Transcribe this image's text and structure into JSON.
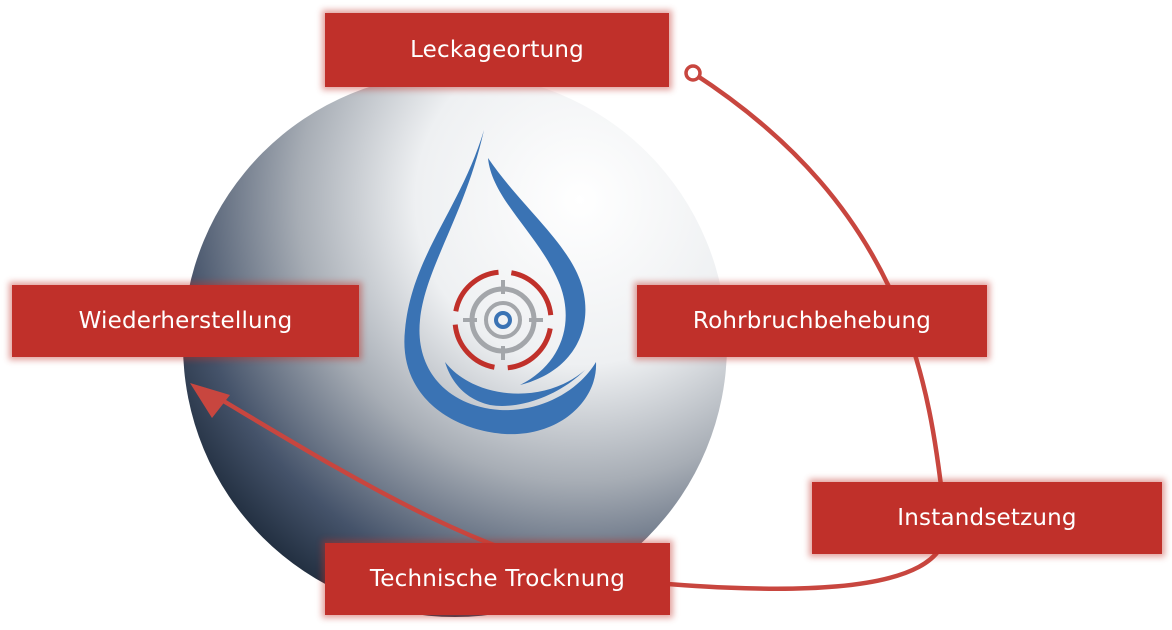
{
  "colors": {
    "accent": "#c0302a",
    "drop_blue": "#3a73b4",
    "target_gray": "#a3a6aa",
    "circle_dark": "#1f2c3d",
    "circle_light": "#ffffff"
  },
  "steps": [
    {
      "label": "Leckageortung"
    },
    {
      "label": "Rohrbruchbehebung"
    },
    {
      "label": "Instandsetzung"
    },
    {
      "label": "Technische Trocknung"
    },
    {
      "label": "Wiederherstellung"
    }
  ],
  "icons": [
    "water-drop-target-icon",
    "cycle-arrow"
  ]
}
